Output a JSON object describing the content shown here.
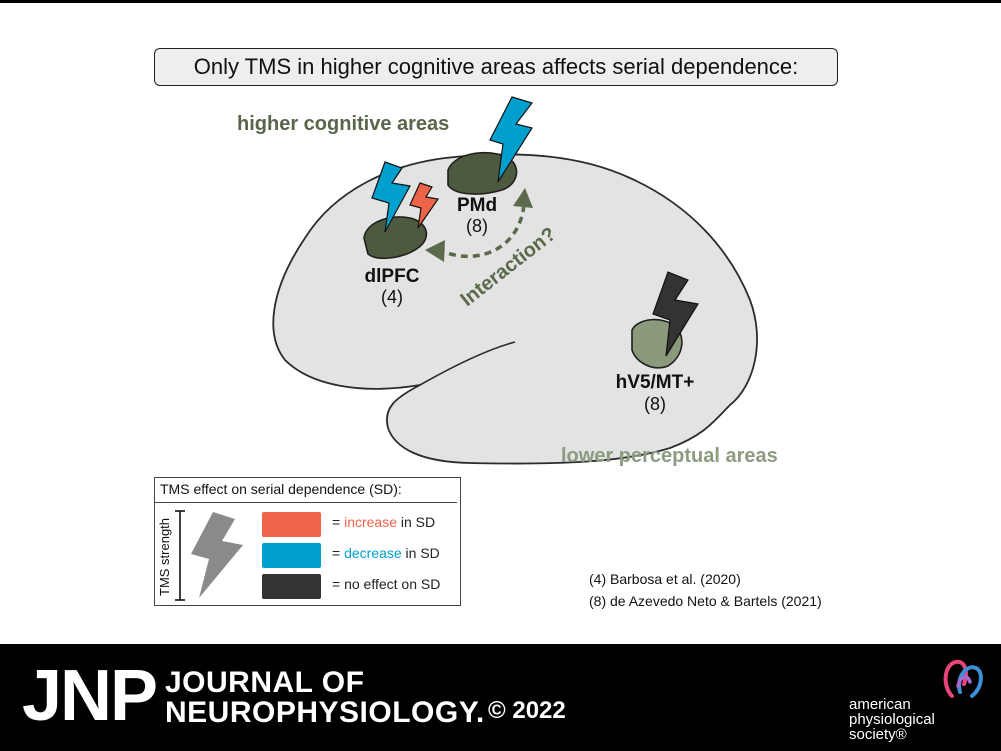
{
  "title": "Only TMS in higher cognitive areas affects serial dependence:",
  "labels": {
    "higher": "higher cognitive areas",
    "lower": "lower perceptual areas",
    "interaction": "Interaction?"
  },
  "regions": [
    {
      "name": "dlPFC",
      "ref": "(4)"
    },
    {
      "name": "PMd",
      "ref": "(8)"
    },
    {
      "name": "hV5/MT+",
      "ref": "(8)"
    }
  ],
  "legend": {
    "title": "TMS effect on serial dependence (SD):",
    "axis_label": "TMS strength",
    "items": [
      {
        "prefix": "= ",
        "word": "increase",
        "suffix": " in SD",
        "color": "#ee6448"
      },
      {
        "prefix": "= ",
        "word": "decrease",
        "suffix": " in SD",
        "color": "#00a0ce"
      },
      {
        "prefix": "= ",
        "word": "no effect on SD",
        "suffix": "",
        "color": "#333333"
      }
    ]
  },
  "references": [
    "(4) Barbosa et al. (2020)",
    "(8) de Azevedo Neto & Bartels (2021)"
  ],
  "footer": {
    "jnp": "JNP",
    "journal_line1": "JOURNAL OF",
    "journal_line2": "NEUROPHYSIOLOGY.",
    "copyright": "© 2022",
    "society_line1": "american",
    "society_line2": "physiological",
    "society_line3": "society®"
  },
  "colors": {
    "brain_fill": "#e3e3e3",
    "higher_region": "#4e5a3f",
    "lower_region": "#8b9a7a",
    "increase": "#ee6448",
    "decrease": "#00a0ce",
    "no_effect": "#333333",
    "gray_bolt": "#8a8a8a",
    "higher_text": "#58674a",
    "lower_text": "#8d9b80"
  }
}
